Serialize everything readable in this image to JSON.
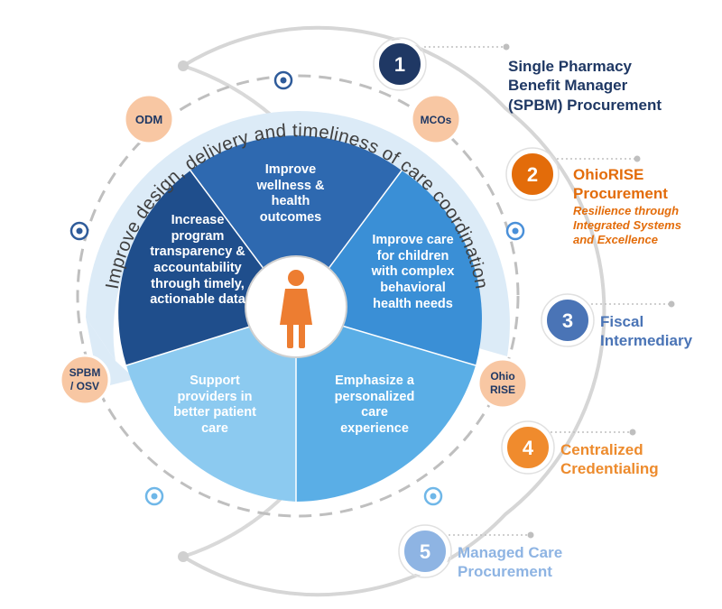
{
  "arc_text": "Improve design, delivery and timeliness of care coordination",
  "stakeholders": {
    "odm": "ODM",
    "mcos": "MCOs",
    "spbm_osv": [
      "SPBM",
      "/ OSV"
    ],
    "ohio_rise": [
      "Ohio",
      "RISE"
    ]
  },
  "goals": {
    "transparency": [
      "Increase",
      "program",
      "transparency &",
      "accountability",
      "through timely,",
      "actionable data"
    ],
    "wellness": [
      "Improve",
      "wellness &",
      "health",
      "outcomes"
    ],
    "children": [
      "Improve care",
      "for children",
      "with complex",
      "behavioral",
      "health needs"
    ],
    "providers": [
      "Support",
      "providers in",
      "better patient",
      "care"
    ],
    "experience": [
      "Emphasize a",
      "personalized",
      "care",
      "experience"
    ]
  },
  "center_icon": "person-icon",
  "initiatives": [
    {
      "number": "1",
      "lines": [
        "Single Pharmacy",
        "Benefit Manager",
        "(SPBM) Procurement"
      ],
      "color": "#1f3864"
    },
    {
      "number": "2",
      "lines": [
        "OhioRISE",
        "Procurement"
      ],
      "sub_lines": [
        "Resilience through",
        "Integrated Systems",
        "and Excellence"
      ],
      "color": "#e36c0a"
    },
    {
      "number": "3",
      "lines": [
        "Fiscal",
        "Intermediary"
      ],
      "color": "#4a74b6"
    },
    {
      "number": "4",
      "lines": [
        "Centralized",
        "Credentialing"
      ],
      "color": "#ed8b2d"
    },
    {
      "number": "5",
      "lines": [
        "Managed Care",
        "Procurement"
      ],
      "color": "#8eb4e3"
    }
  ],
  "colors": {
    "navy": "#1f3864",
    "dark_blue": "#1f4e8c",
    "medium_blue": "#2e75b6",
    "bright_blue": "#3a8fd6",
    "light_blue": "#6fb7e8",
    "lighter_blue": "#8ccaf0",
    "ring_pale": "#dcebf7",
    "stakeholder_fill": "#f8c7a3",
    "icon_orange": "#ed7d31"
  }
}
